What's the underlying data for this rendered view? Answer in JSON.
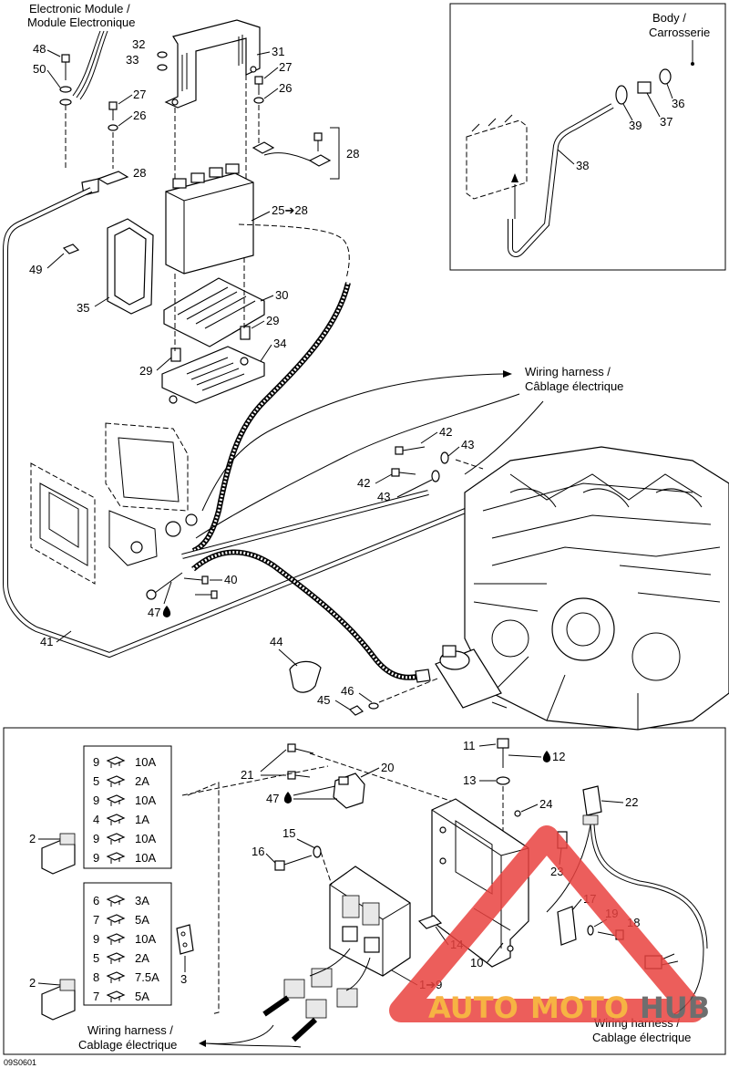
{
  "labels": {
    "electronic_module": [
      "Electronic Module /",
      "Module Electronique"
    ],
    "body": [
      "Body /",
      "Carrosserie"
    ],
    "wiring_harness_top": [
      "Wiring harness /",
      "Câblage électrique"
    ],
    "wiring_harness_bottom_left": [
      "Wiring harness /",
      "Cablage électrique"
    ],
    "wiring_harness_bottom_right": [
      "Wiring harness /",
      "Cablage électrique"
    ]
  },
  "callouts": {
    "c48": "48",
    "c50": "50",
    "c32": "32",
    "c33": "33",
    "c31": "31",
    "c27a": "27",
    "c26a": "26",
    "c27b": "27",
    "c26b": "26",
    "c28a": "28",
    "c28b": "28",
    "c25": "25➔28",
    "c49": "49",
    "c35": "35",
    "c30": "30",
    "c29a": "29",
    "c29b": "29",
    "c34": "34",
    "c36": "36",
    "c37": "37",
    "c38": "38",
    "c39": "39",
    "c42a": "42",
    "c43a": "43",
    "c42b": "42",
    "c43b": "43",
    "c40": "40",
    "c47a": "47",
    "c41": "41",
    "c44": "44",
    "c45": "45",
    "c46": "46",
    "c11": "11",
    "c12": "12",
    "c13": "13",
    "c21": "21",
    "c20": "20",
    "c47b": "47",
    "c24": "24",
    "c22": "22",
    "c15": "15",
    "c16": "16",
    "c23": "23",
    "c17": "17",
    "c19": "19",
    "c18": "18",
    "c14": "14",
    "c10": "10",
    "c19to": "1➔9",
    "c3": "3",
    "c2a": "2",
    "c2b": "2"
  },
  "fuse_box_1": [
    {
      "pos": "9",
      "rating": "10A"
    },
    {
      "pos": "5",
      "rating": "2A"
    },
    {
      "pos": "9",
      "rating": "10A"
    },
    {
      "pos": "4",
      "rating": "1A"
    },
    {
      "pos": "9",
      "rating": "10A"
    },
    {
      "pos": "9",
      "rating": "10A"
    }
  ],
  "fuse_box_2": [
    {
      "pos": "6",
      "rating": "3A"
    },
    {
      "pos": "7",
      "rating": "5A"
    },
    {
      "pos": "9",
      "rating": "10A"
    },
    {
      "pos": "5",
      "rating": "2A"
    },
    {
      "pos": "8",
      "rating": "7.5A"
    },
    {
      "pos": "7",
      "rating": "5A"
    }
  ],
  "figure_code": "09S0601",
  "watermark": {
    "auto": "AUTO",
    "moto": "MOTO",
    "hub": "HUB"
  },
  "colors": {
    "watermark_red": "#e9423f",
    "watermark_orange": "#f5a623",
    "watermark_gray": "#555555"
  }
}
